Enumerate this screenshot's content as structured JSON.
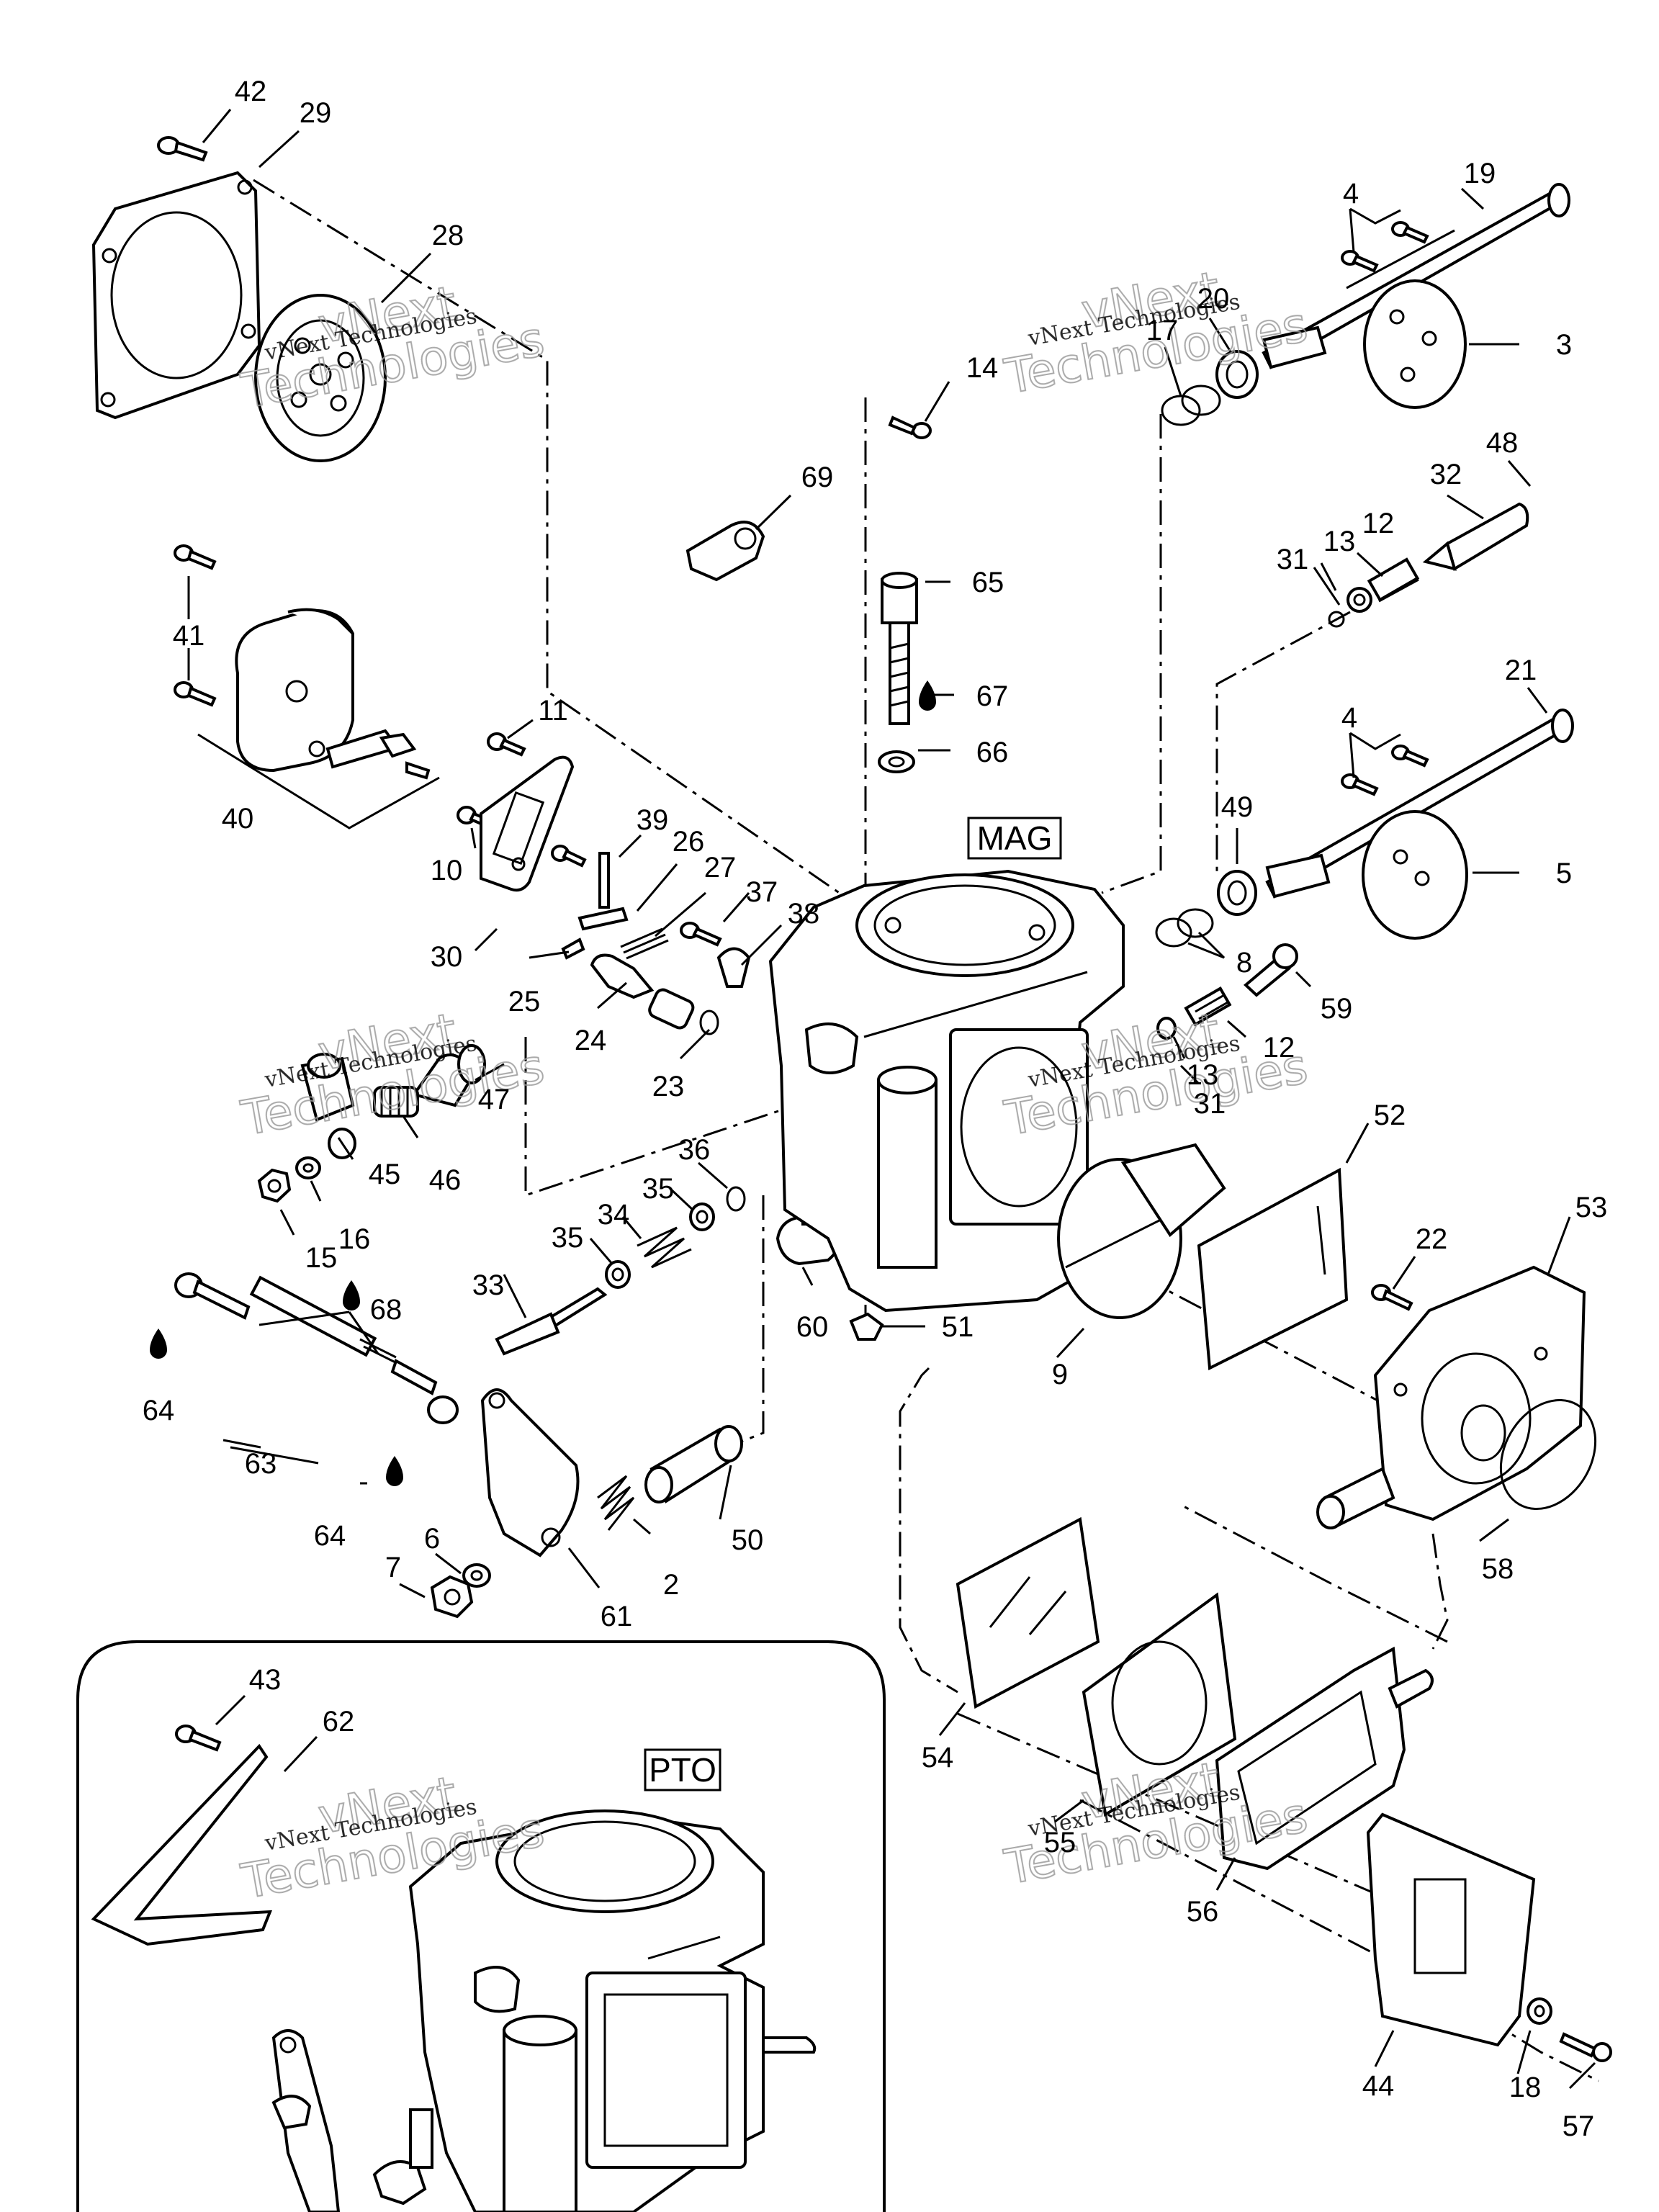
{
  "diagram": {
    "type": "exploded-parts-diagram",
    "box_labels": {
      "mag": "MAG",
      "pto": "PTO"
    },
    "watermark": {
      "small": "vNext Technologies",
      "big_line1": "vNext",
      "big_line2": "Technologies"
    },
    "callouts": [
      {
        "id": "c42",
        "label": "42"
      },
      {
        "id": "c29",
        "label": "29"
      },
      {
        "id": "c28",
        "label": "28"
      },
      {
        "id": "c19",
        "label": "19"
      },
      {
        "id": "c4a",
        "label": "4"
      },
      {
        "id": "c20",
        "label": "20"
      },
      {
        "id": "c17",
        "label": "17"
      },
      {
        "id": "c3",
        "label": "3"
      },
      {
        "id": "c14",
        "label": "14"
      },
      {
        "id": "c69",
        "label": "69"
      },
      {
        "id": "c32",
        "label": "32"
      },
      {
        "id": "c48",
        "label": "48"
      },
      {
        "id": "c31a",
        "label": "31"
      },
      {
        "id": "c13a",
        "label": "13"
      },
      {
        "id": "c12a",
        "label": "12"
      },
      {
        "id": "c41",
        "label": "41"
      },
      {
        "id": "c65",
        "label": "65"
      },
      {
        "id": "c67",
        "label": "67"
      },
      {
        "id": "c21",
        "label": "21"
      },
      {
        "id": "c11",
        "label": "11"
      },
      {
        "id": "c4b",
        "label": "4"
      },
      {
        "id": "c66",
        "label": "66"
      },
      {
        "id": "c40",
        "label": "40"
      },
      {
        "id": "c39",
        "label": "39"
      },
      {
        "id": "c26",
        "label": "26"
      },
      {
        "id": "c27",
        "label": "27"
      },
      {
        "id": "c49",
        "label": "49"
      },
      {
        "id": "c10",
        "label": "10"
      },
      {
        "id": "c37",
        "label": "37"
      },
      {
        "id": "c5",
        "label": "5"
      },
      {
        "id": "c38",
        "label": "38"
      },
      {
        "id": "c8",
        "label": "8"
      },
      {
        "id": "c30",
        "label": "30"
      },
      {
        "id": "c25",
        "label": "25"
      },
      {
        "id": "c59",
        "label": "59"
      },
      {
        "id": "c24",
        "label": "24"
      },
      {
        "id": "c12b",
        "label": "12"
      },
      {
        "id": "c13b",
        "label": "13"
      },
      {
        "id": "c23",
        "label": "23"
      },
      {
        "id": "c47",
        "label": "47"
      },
      {
        "id": "c31b",
        "label": "31"
      },
      {
        "id": "c52",
        "label": "52"
      },
      {
        "id": "c36",
        "label": "36"
      },
      {
        "id": "c45",
        "label": "45"
      },
      {
        "id": "c46",
        "label": "46"
      },
      {
        "id": "c35a",
        "label": "35"
      },
      {
        "id": "c34",
        "label": "34"
      },
      {
        "id": "c35b",
        "label": "35"
      },
      {
        "id": "c16",
        "label": "16"
      },
      {
        "id": "c15",
        "label": "15"
      },
      {
        "id": "c53",
        "label": "53"
      },
      {
        "id": "c22",
        "label": "22"
      },
      {
        "id": "c33",
        "label": "33"
      },
      {
        "id": "c68",
        "label": "68"
      },
      {
        "id": "c60",
        "label": "60"
      },
      {
        "id": "c51",
        "label": "51"
      },
      {
        "id": "c9",
        "label": "9"
      },
      {
        "id": "c64a",
        "label": "64"
      },
      {
        "id": "c63",
        "label": "63"
      },
      {
        "id": "c50",
        "label": "50"
      },
      {
        "id": "c64b",
        "label": "64"
      },
      {
        "id": "c58",
        "label": "58"
      },
      {
        "id": "c6",
        "label": "6"
      },
      {
        "id": "c7",
        "label": "7"
      },
      {
        "id": "c2",
        "label": "2"
      },
      {
        "id": "c61",
        "label": "61"
      },
      {
        "id": "c43",
        "label": "43"
      },
      {
        "id": "c62",
        "label": "62"
      },
      {
        "id": "c54",
        "label": "54"
      },
      {
        "id": "c55",
        "label": "55"
      },
      {
        "id": "c56",
        "label": "56"
      },
      {
        "id": "c44",
        "label": "44"
      },
      {
        "id": "c18",
        "label": "18"
      },
      {
        "id": "c57",
        "label": "57"
      }
    ]
  }
}
